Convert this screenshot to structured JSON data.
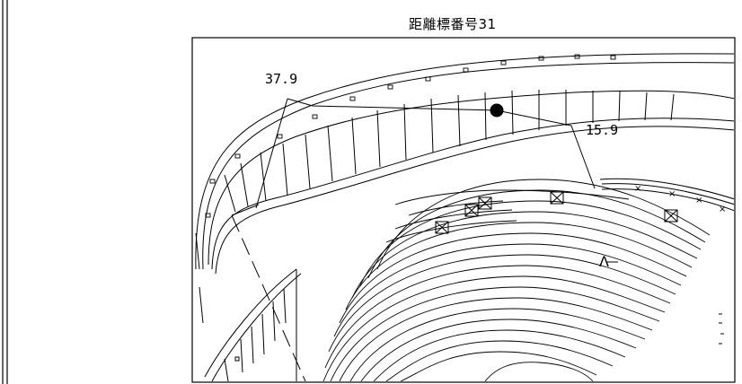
{
  "title": "距離標番号31",
  "labels": {
    "left_distance": "37.9",
    "right_distance": "15.9",
    "lambda_mark": "Λ"
  },
  "colors": {
    "line": "#000000",
    "background": "#ffffff"
  }
}
